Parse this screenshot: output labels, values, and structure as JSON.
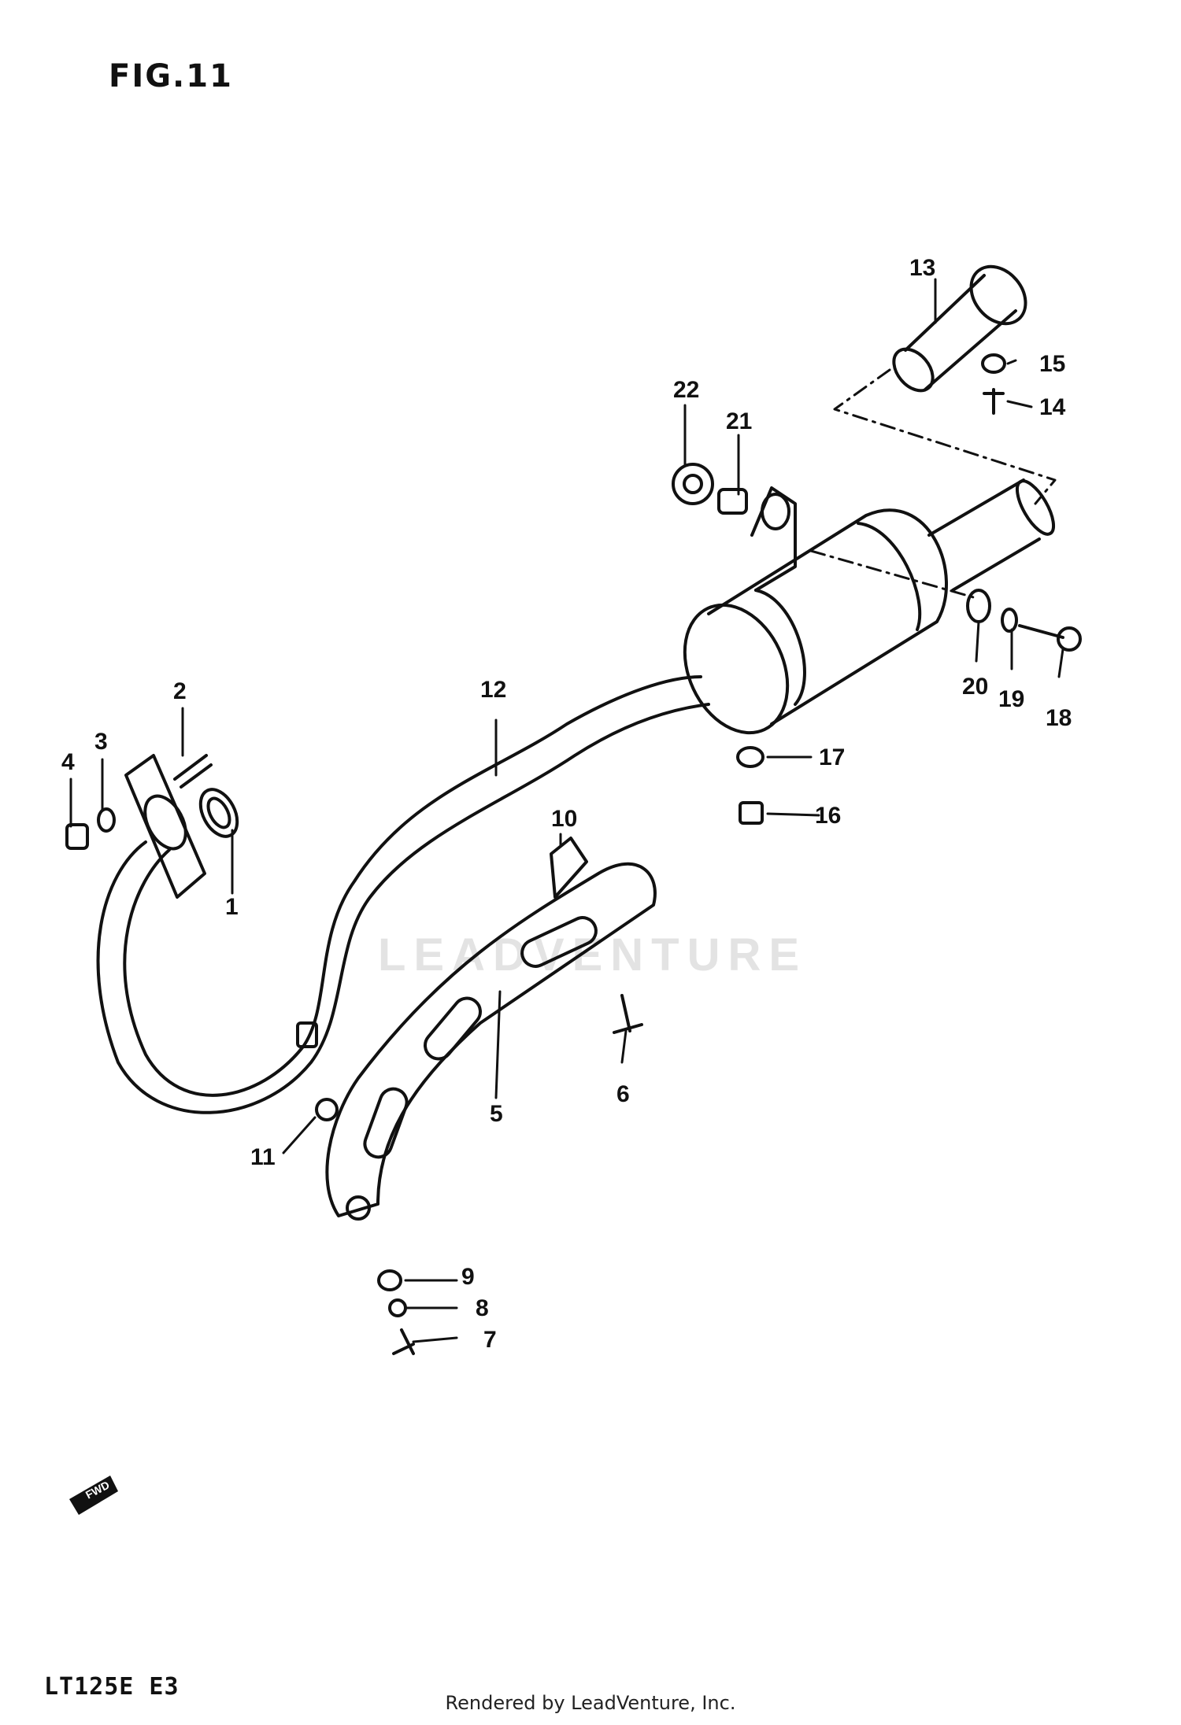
{
  "figure_title": "FIG.11",
  "model_code": "LT125E E3",
  "footer": "Rendered by LeadVenture, Inc.",
  "watermark": "LEADVENTURE",
  "callouts": [
    "1",
    "2",
    "3",
    "4",
    "5",
    "6",
    "7",
    "8",
    "9",
    "10",
    "11",
    "12",
    "13",
    "14",
    "15",
    "16",
    "17",
    "18",
    "19",
    "20",
    "21",
    "22"
  ],
  "fwd_label": "FWD",
  "colors": {
    "ink": "#111111",
    "watermark": "#e3e3e3"
  }
}
